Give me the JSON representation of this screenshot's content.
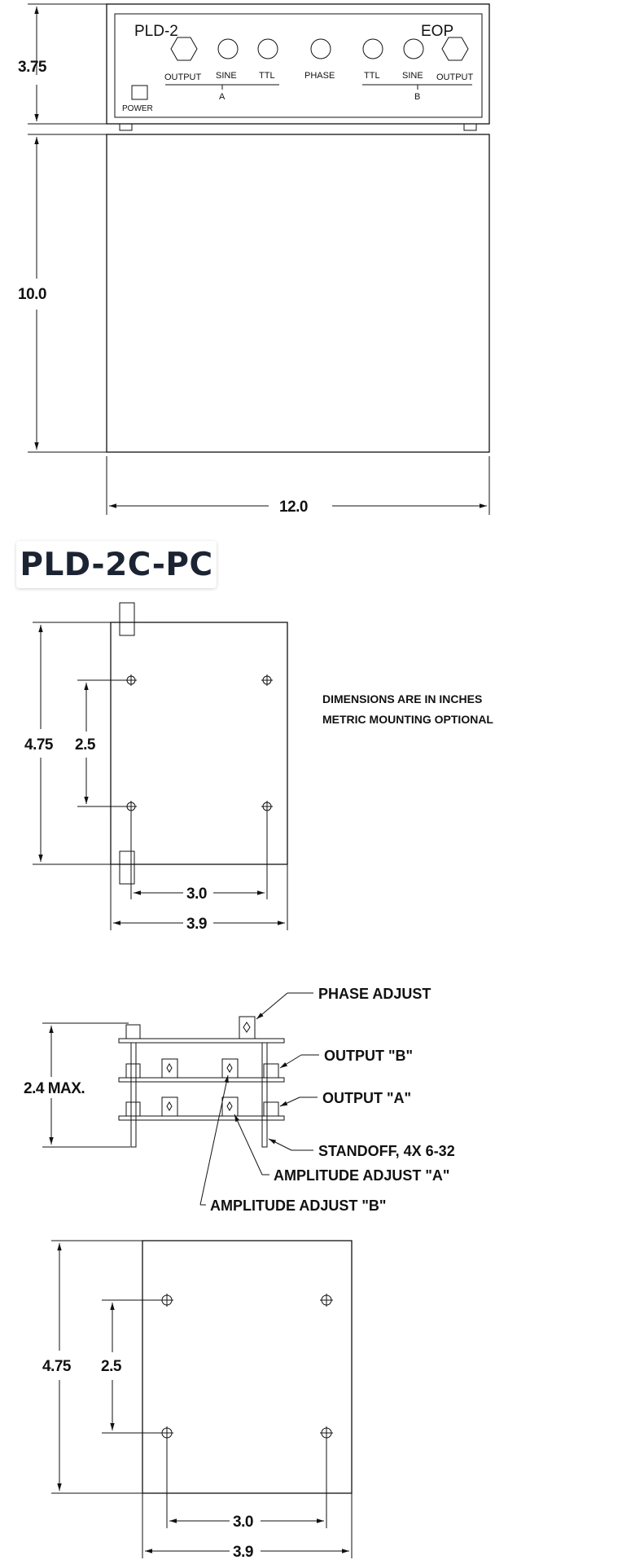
{
  "front_panel": {
    "model": "PLD-2",
    "brand": "EOP",
    "power_label": "POWER",
    "left_labels": [
      "OUTPUT",
      "SINE",
      "TTL"
    ],
    "center_label": "PHASE",
    "right_labels": [
      "TTL",
      "SINE",
      "OUTPUT"
    ],
    "group_a": "A",
    "group_b": "B"
  },
  "enclosure_dims": {
    "panel_height": "3.75",
    "depth": "10.0",
    "width": "12.0"
  },
  "heading": "PLD-2C-PC",
  "top_view": {
    "height": "4.75",
    "hole_spacing_v": "2.5",
    "hole_spacing_h": "3.0",
    "width": "3.9",
    "notes": [
      "DIMENSIONS ARE IN INCHES",
      "METRIC MOUNTING OPTIONAL"
    ]
  },
  "side_view": {
    "height": "2.4 MAX.",
    "callouts": {
      "phase": "PHASE ADJUST",
      "out_b": "OUTPUT \"B\"",
      "out_a": "OUTPUT \"A\"",
      "standoff": "STANDOFF, 4X 6-32",
      "amp_a": "AMPLITUDE ADJUST \"A\"",
      "amp_b": "AMPLITUDE ADJUST \"B\""
    }
  },
  "bottom_view": {
    "height": "4.75",
    "hole_spacing_v": "2.5",
    "hole_spacing_h": "3.0",
    "width": "3.9"
  }
}
